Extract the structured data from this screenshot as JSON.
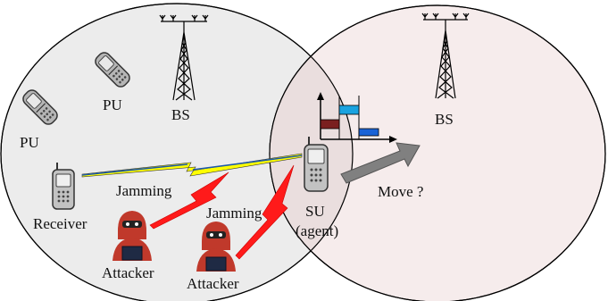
{
  "labels": {
    "pu_top": "PU",
    "pu_left": "PU",
    "bs_left": "BS",
    "bs_right": "BS",
    "receiver": "Receiver",
    "jamming_1": "Jamming",
    "jamming_2": "Jamming",
    "attacker_1": "Attacker",
    "attacker_2": "Attacker",
    "su": "SU",
    "agent": "(agent)",
    "move": "Move ?"
  },
  "colors": {
    "left_cell_fill": "#ececec",
    "right_cell_fill": "#f6ecec",
    "overlap_fill": "#eadede",
    "jamming_bolt": "#ff1a1a",
    "link_bolt": "#ffff00",
    "attacker": "#c0392b",
    "spectrum_dark_red": "#7a2020",
    "spectrum_cyan": "#1aa3e0",
    "spectrum_blue": "#1a63d6",
    "move_arrow": "#7f7f7f"
  },
  "icons": {
    "base_station": "tower-icon",
    "phone": "flip-phone-icon",
    "attacker": "hooded-hacker-icon",
    "arrow": "move-arrow-icon"
  }
}
